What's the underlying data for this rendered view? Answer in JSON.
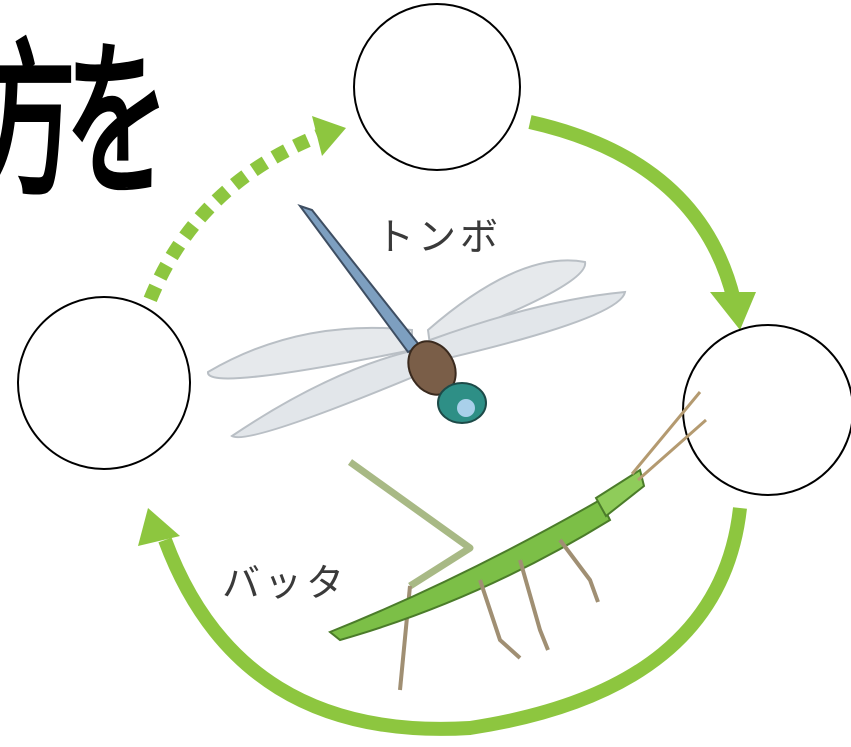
{
  "heading": "方を",
  "labels": {
    "dragonfly": "トンボ",
    "grasshopper": "バッタ"
  },
  "blanks": [
    "top-circle",
    "right-circle",
    "left-circle"
  ],
  "colors": {
    "arrow": "#8dc63f",
    "grasshopper_body": "#7cbf47",
    "dragonfly_body": "#7d9fc0",
    "wings": "#e6e9ec",
    "circle_stroke": "#000000",
    "circle_fill": "#ffffff"
  },
  "icons": [
    "dragonfly-illustration",
    "grasshopper-illustration",
    "arrow-solid",
    "arrow-dotted"
  ]
}
